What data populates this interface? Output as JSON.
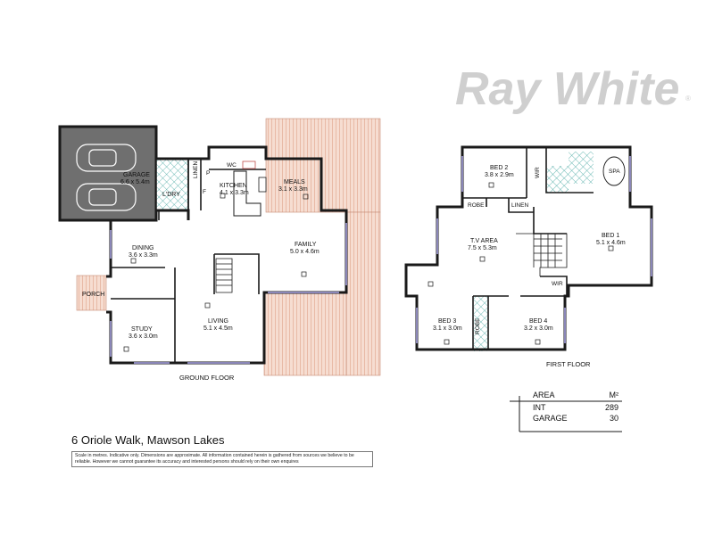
{
  "brand": {
    "name": "Ray White",
    "registered": "®"
  },
  "rooms": {
    "garage": {
      "label": "GARAGE",
      "dims": "6.6 x 5.4m"
    },
    "ldry": {
      "label": "L'DRY"
    },
    "linen_ground": {
      "label": "LINEN"
    },
    "pantry": {
      "label": "P"
    },
    "wc": {
      "label": "WC"
    },
    "fridge": {
      "label": "F"
    },
    "kitchen": {
      "label": "KITCHEN",
      "dims": "4.1 x 3.3m"
    },
    "meals": {
      "label": "MEALS",
      "dims": "3.1 x 3.3m"
    },
    "dining": {
      "label": "DINING",
      "dims": "3.6 x 3.3m"
    },
    "family": {
      "label": "FAMILY",
      "dims": "5.0 x 4.6m"
    },
    "porch": {
      "label": "PORCH"
    },
    "living": {
      "label": "LIVING",
      "dims": "5.1 x 4.5m"
    },
    "study": {
      "label": "STUDY",
      "dims": "3.6 x 3.0m"
    },
    "bed2": {
      "label": "BED 2",
      "dims": "3.8 x 2.9m"
    },
    "wir_top": {
      "label": "WIR"
    },
    "spa": {
      "label": "SPA"
    },
    "robe_top": {
      "label": "ROBE"
    },
    "linen_first": {
      "label": "LINEN"
    },
    "tv_area": {
      "label": "T.V AREA",
      "dims": "7.5 x 5.3m"
    },
    "bed1": {
      "label": "BED 1",
      "dims": "5.1 x 4.6m"
    },
    "wir_mid": {
      "label": "WIR"
    },
    "bed3": {
      "label": "BED 3",
      "dims": "3.1 x 3.0m"
    },
    "robe_mid": {
      "label": "ROBE"
    },
    "bed4": {
      "label": "BED 4",
      "dims": "3.2 x 3.0m"
    }
  },
  "floors": {
    "ground": "GROUND FLOOR",
    "first": "FIRST FLOOR"
  },
  "address": "6 Oriole Walk, Mawson Lakes",
  "disclaimer": "Scale in metres. Indicative only. Dimensions are approximate. All information contained herein is gathered from sources we believe to be reliable. However we cannot guarantee its accuracy and interested persons should rely on their own enquires",
  "area_table": {
    "header": {
      "label": "AREA",
      "unit": "M²"
    },
    "rows": [
      {
        "label": "INT",
        "value": "289"
      },
      {
        "label": "GARAGE",
        "value": "30"
      }
    ]
  },
  "colors": {
    "wall": "#1a1a1a",
    "deck": "#e7a98f",
    "garage_fill": "#6f6f6f",
    "tile": "#4aa9a3",
    "brand": "#cfcfcf"
  }
}
